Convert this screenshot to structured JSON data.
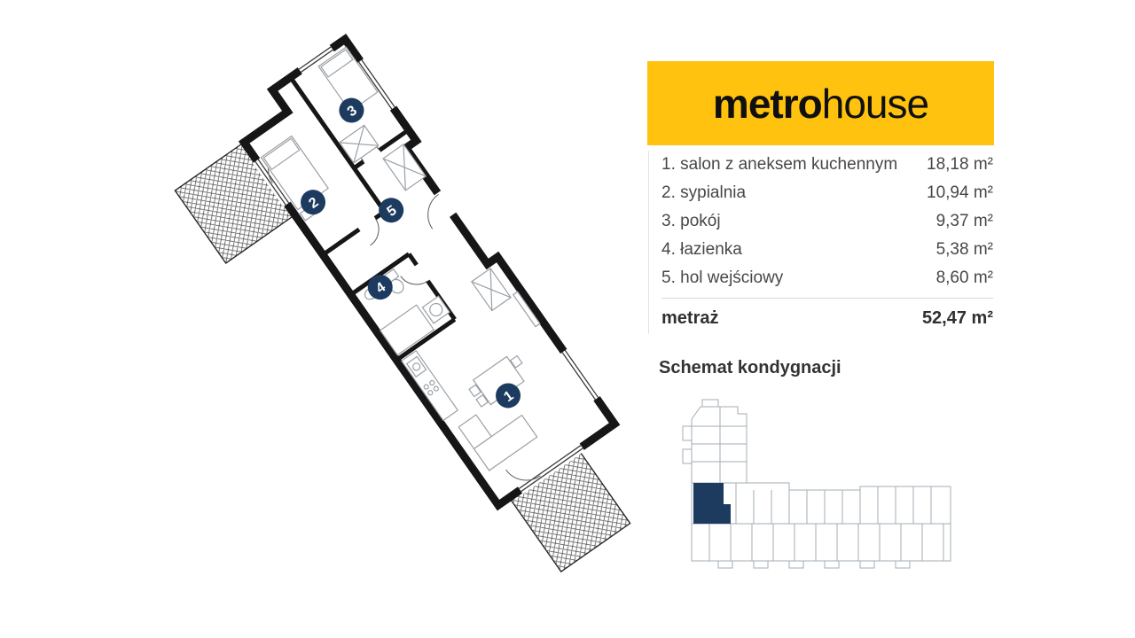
{
  "brand": {
    "logo_part1": "metro",
    "logo_part2": "house"
  },
  "listing": {
    "rooms": [
      {
        "num": "1.",
        "label": "salon z aneksem kuchennym",
        "area": "18,18 m²"
      },
      {
        "num": "2.",
        "label": "sypialnia",
        "area": "10,94 m²"
      },
      {
        "num": "3.",
        "label": "pokój",
        "area": "9,37 m²"
      },
      {
        "num": "4.",
        "label": "łazienka",
        "area": "5,38 m²"
      },
      {
        "num": "5.",
        "label": "hol wejściowy",
        "area": "8,60 m²"
      }
    ],
    "total": {
      "label": "metraż",
      "area": "52,47 m²"
    }
  },
  "schematic": {
    "title": "Schemat kondygnacji"
  },
  "plan": {
    "markers": [
      "1",
      "2",
      "3",
      "4",
      "5"
    ]
  },
  "colors": {
    "accent_yellow": "#FFC20E",
    "marker_navy": "#1D3A5F",
    "highlight_navy": "#1D3A5F"
  }
}
